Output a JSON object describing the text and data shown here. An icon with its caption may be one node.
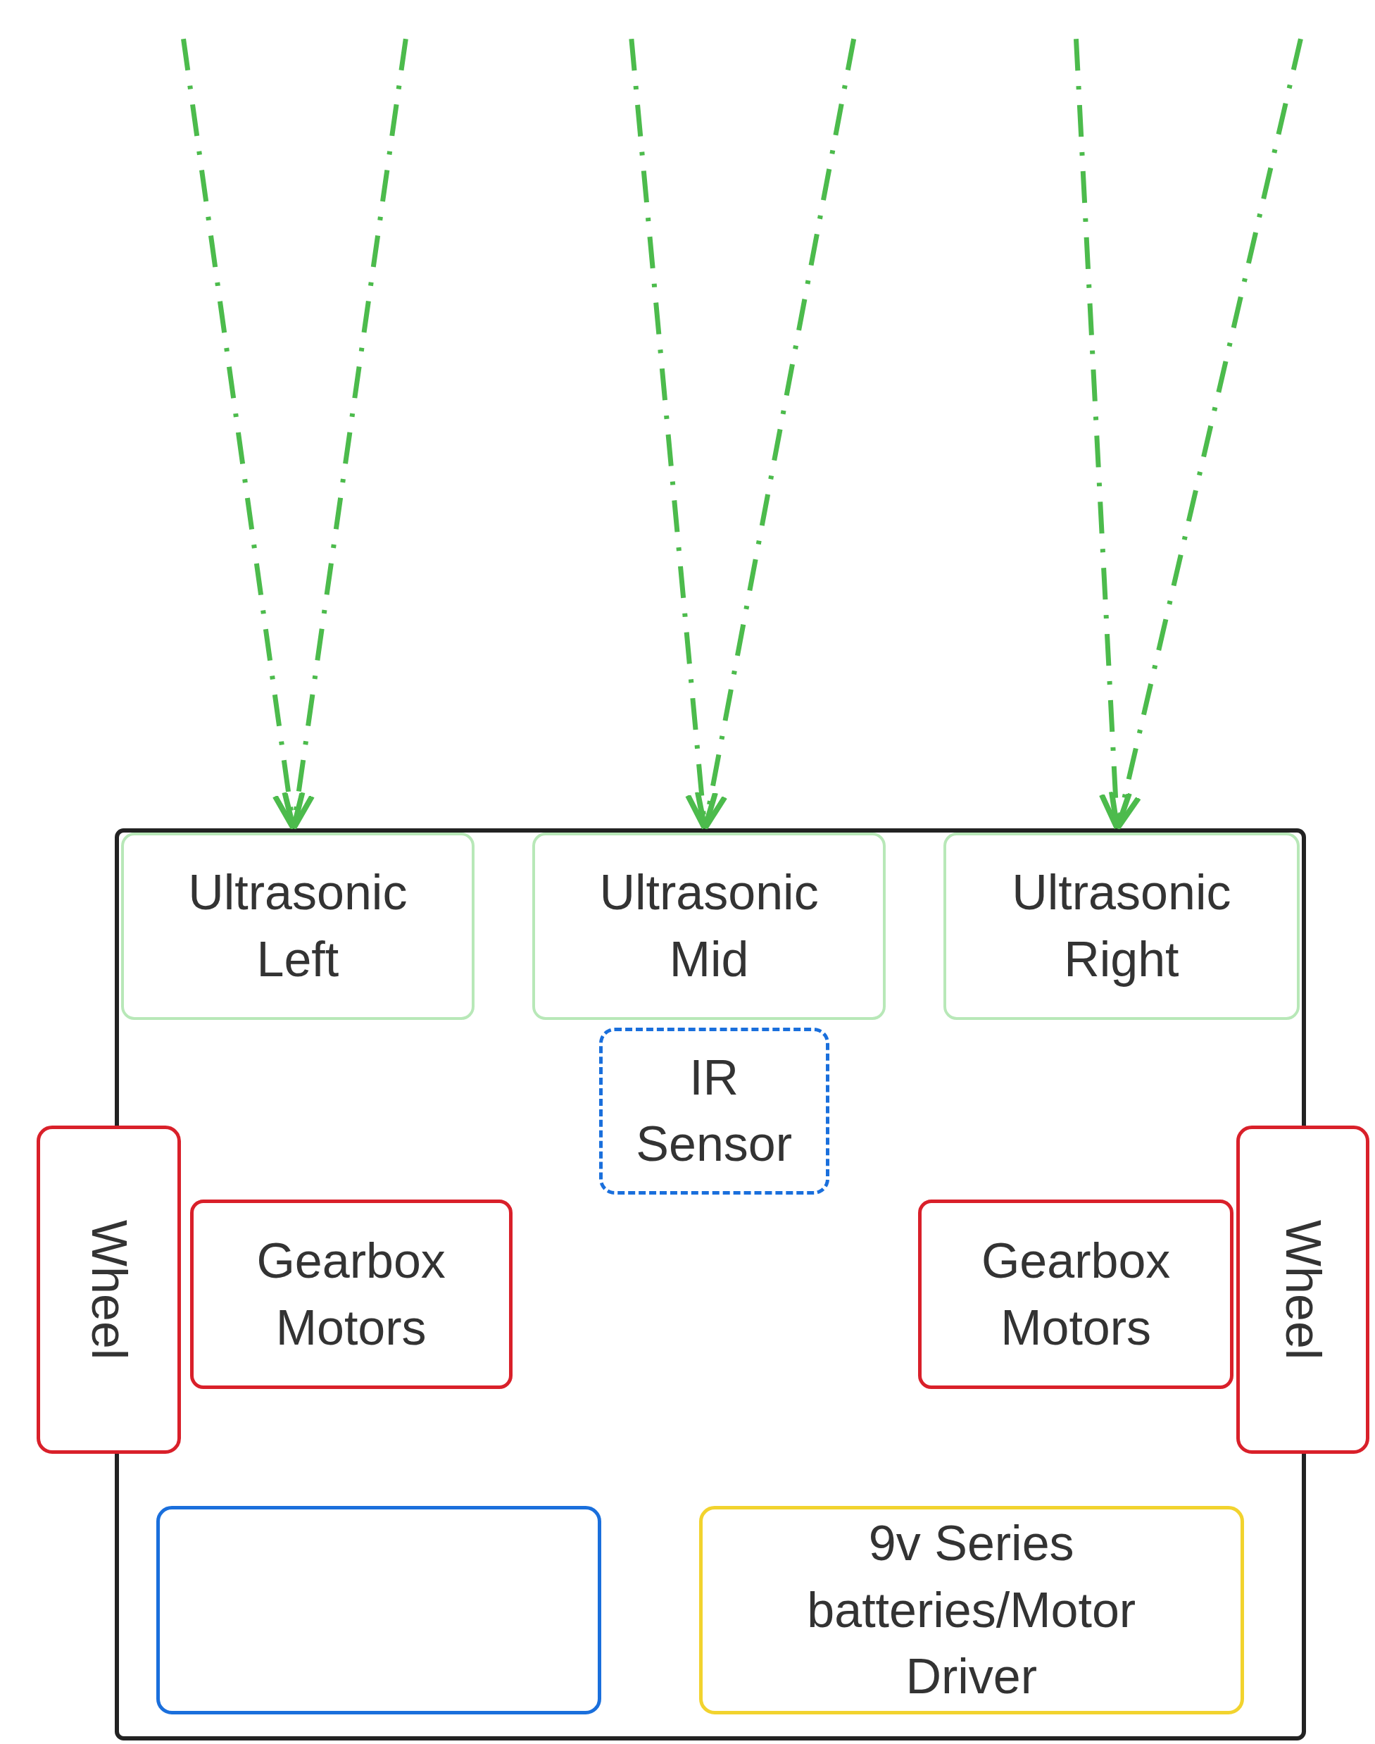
{
  "diagram": {
    "nodes": [
      {
        "text": [],
        "shape": "box"
      },
      {
        "text": [
          "Ultrasonic Left"
        ],
        "in": 0
      },
      {
        "text": [
          "Ultrasonic Mid"
        ],
        "in": 0
      },
      {
        "text": [
          "Ultrasonic Right"
        ],
        "in": 0
      },
      {
        "text": [
          "IR Sensor"
        ],
        "in": 0
      },
      {
        "text": [
          "Wheel"
        ]
      },
      {
        "text": [
          "Gearbox Motors"
        ],
        "in": 0
      },
      {
        "text": [
          "Gearbox Motors"
        ],
        "in": 0
      },
      {
        "text": [
          "Wheel"
        ]
      },
      {
        "text": [],
        "shape": "box",
        "in": 0
      },
      {
        "text": [
          "9v Series batteries/Motor Driver"
        ],
        "in": 0
      }
    ],
    "edges": [
      {
        "from": null,
        "to": 1,
        "arrow": "to",
        "style": "dashed",
        "color": "#4cbb4c"
      },
      {
        "from": null,
        "to": 1,
        "arrow": "to",
        "style": "dashed",
        "color": "#4cbb4c"
      },
      {
        "from": null,
        "to": 2,
        "arrow": "to",
        "style": "dashed",
        "color": "#4cbb4c"
      },
      {
        "from": null,
        "to": 2,
        "arrow": "to",
        "style": "dashed",
        "color": "#4cbb4c"
      },
      {
        "from": null,
        "to": 3,
        "arrow": "to",
        "style": "dashed",
        "color": "#4cbb4c"
      },
      {
        "from": null,
        "to": 3,
        "arrow": "to",
        "style": "dashed",
        "color": "#4cbb4c"
      }
    ]
  }
}
